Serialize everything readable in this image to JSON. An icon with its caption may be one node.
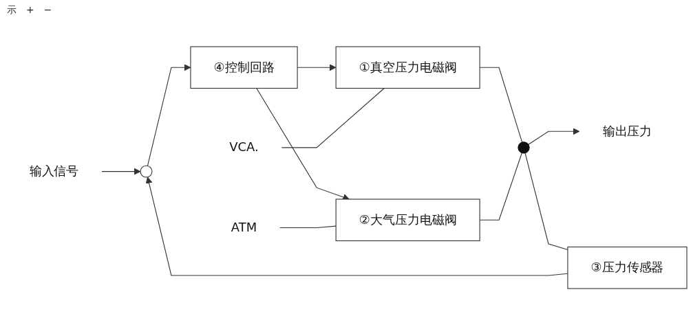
{
  "diagram": {
    "nodes": [
      {
        "text": [
          "输入信号"
        ]
      },
      {
        "text": [],
        "shape": "circle"
      },
      {
        "text": [
          "④控制回路"
        ]
      },
      {
        "text": [
          "①真空压力电磁阀"
        ]
      },
      {
        "text": [
          "②大气压力电磁阀"
        ]
      },
      {
        "text": [
          "VCA."
        ]
      },
      {
        "text": [
          "ATM"
        ]
      },
      {
        "text": [],
        "shape": "dot"
      },
      {
        "text": [
          "输出压力"
        ]
      },
      {
        "text": [
          "③压力传感器"
        ]
      }
    ],
    "edges": [
      {
        "from": 0,
        "to": 1,
        "arrow": "to"
      },
      {
        "from": 1,
        "to": 2,
        "arrow": "to"
      },
      {
        "from": 2,
        "to": 3,
        "arrow": "to"
      },
      {
        "from": 2,
        "to": 4,
        "arrow": "to"
      },
      {
        "from": 5,
        "to": 3,
        "arrow": "none"
      },
      {
        "from": 6,
        "to": 4,
        "arrow": "none"
      },
      {
        "from": 3,
        "to": 7,
        "arrow": "none"
      },
      {
        "from": 4,
        "to": 7,
        "arrow": "none"
      },
      {
        "from": 7,
        "to": 8,
        "arrow": "to"
      },
      {
        "from": 7,
        "to": 9,
        "arrow": "none"
      },
      {
        "from": 9,
        "to": 1,
        "arrow": "to"
      }
    ],
    "labels": [
      "示",
      "+",
      "−"
    ]
  }
}
